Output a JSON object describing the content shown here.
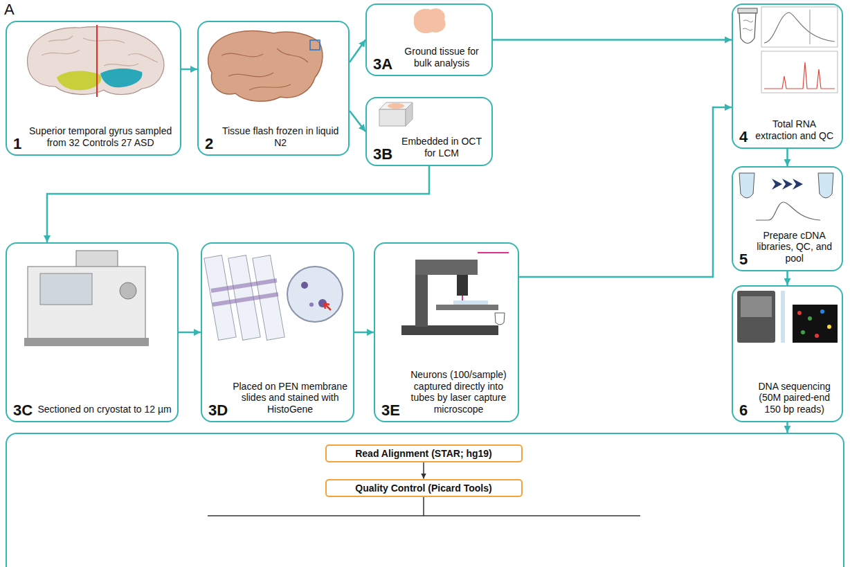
{
  "diagram": {
    "nodes": [
      {
        "text": [
          "Superior temporal gyrus sampled from 32 Controls 27 ASD",
          "1"
        ]
      },
      {
        "text": [
          "Tissue flash frozen in liquid N2",
          "2"
        ]
      },
      {
        "text": [
          "Ground tissue for bulk analysis",
          "3A"
        ]
      },
      {
        "text": [
          "Embedded in OCT for LCM",
          "3B"
        ]
      },
      {
        "text": [
          "Total RNA extraction and QC",
          "4"
        ]
      },
      {
        "text": [
          "Prepare cDNA libraries, QC, and pool",
          "5"
        ]
      },
      {
        "text": [
          "DNA sequencing (50M paired-end 150 bp reads)",
          "6"
        ]
      },
      {
        "text": [
          "Sectioned on cryostat to 12 µm",
          "3C"
        ]
      },
      {
        "text": [
          "Placed on PEN membrane slides and stained with HistoGene",
          "3D"
        ]
      },
      {
        "text": [
          "Neurons (100/sample) captured directly into tubes by laser capture microscope",
          "3E"
        ]
      },
      {
        "text": []
      },
      {
        "text": [
          "Read Alignment (STAR; hg19)"
        ],
        "in": 10
      },
      {
        "text": [
          "Quality Control (Picard Tools)"
        ],
        "in": 10
      }
    ],
    "edges": [
      {
        "from": 0,
        "to": 1,
        "arrow": "to"
      },
      {
        "from": 1,
        "to": 2,
        "arrow": "to"
      },
      {
        "from": 1,
        "to": 3,
        "arrow": "to"
      },
      {
        "from": 3,
        "to": 7,
        "arrow": "to"
      },
      {
        "from": 7,
        "to": 8,
        "arrow": "to"
      },
      {
        "from": 8,
        "to": 9,
        "arrow": "to"
      },
      {
        "from": 9,
        "to": 4,
        "arrow": "to"
      },
      {
        "from": 2,
        "to": 4,
        "arrow": "to"
      },
      {
        "from": 4,
        "to": 5,
        "arrow": "to"
      },
      {
        "from": 5,
        "to": 6,
        "arrow": "to"
      },
      {
        "from": 6,
        "to": 10,
        "arrow": "to"
      },
      {
        "from": 11,
        "to": 12,
        "arrow": "to"
      }
    ],
    "labels": [
      "A"
    ]
  }
}
